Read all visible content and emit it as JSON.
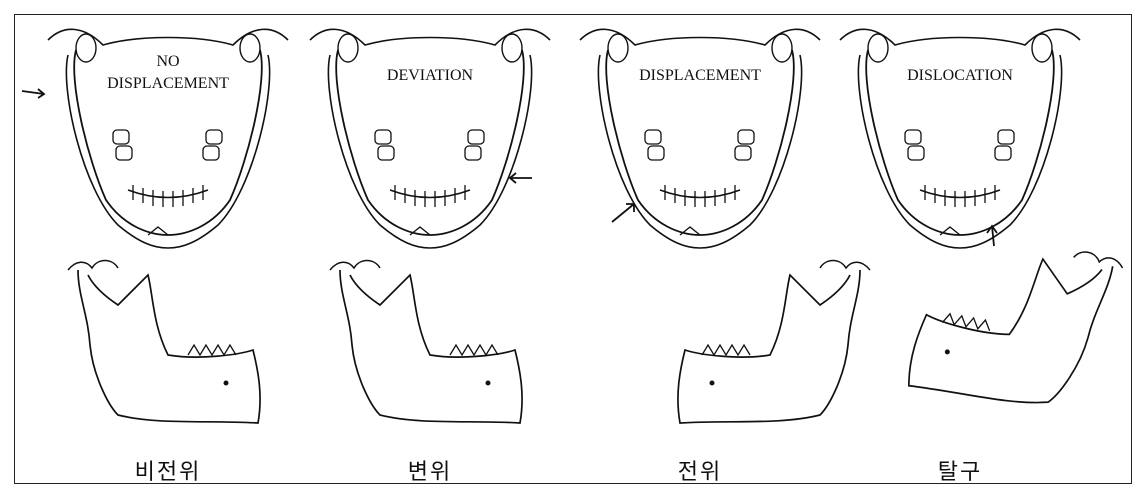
{
  "panels": [
    {
      "front_label_lines": [
        "NO",
        "DISPLACEMENT"
      ],
      "caption": "비전위"
    },
    {
      "front_label_lines": [
        "DEVIATION"
      ],
      "caption": "변위"
    },
    {
      "front_label_lines": [
        "DISPLACEMENT"
      ],
      "caption": "전위"
    },
    {
      "front_label_lines": [
        "DISLOCATION"
      ],
      "caption": "탈구"
    }
  ],
  "colors": {
    "line": "#111111",
    "frame": "#222222",
    "background": "#ffffff"
  }
}
